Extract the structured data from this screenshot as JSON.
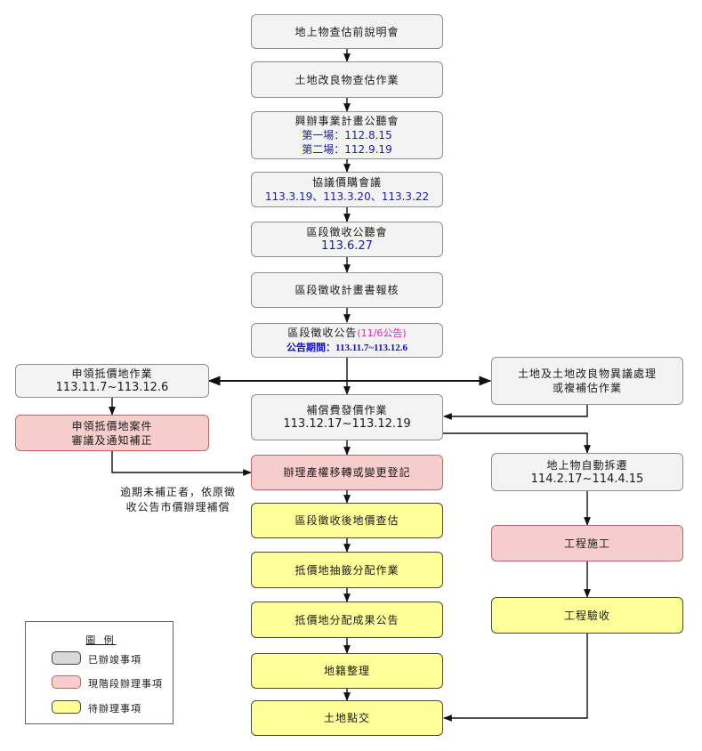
{
  "flow": {
    "main": [
      {
        "title": "地上物查估前說明會",
        "status": "done"
      },
      {
        "title": "土地改良物查估作業",
        "status": "done"
      },
      {
        "title": "興辦事業計畫公聽會",
        "status": "done",
        "lines": [
          "第一場：112.8.15",
          "第二場：112.9.19"
        ]
      },
      {
        "title": "協議價購會議",
        "status": "done",
        "lines": [
          "113.3.19、113.3.20、113.3.22"
        ]
      },
      {
        "title": "區段徵收公聽會",
        "status": "done",
        "lines": [
          "113.6.27"
        ]
      },
      {
        "title": "區段徵收計畫書報核",
        "status": "done"
      },
      {
        "title": "區段徵收公告",
        "status": "done",
        "tag": "(11/6公告)",
        "period_label": "公告期間：",
        "period_value": "113.11.7~113.12.6"
      },
      {
        "title": "補償費發價作業",
        "status": "done",
        "date": "113.12.17~113.12.19"
      },
      {
        "title": "辦理產權移轉或變更登記",
        "status": "current"
      },
      {
        "title": "區段徵收後地價查估",
        "status": "todo"
      },
      {
        "title": "抵價地抽籤分配作業",
        "status": "todo"
      },
      {
        "title": "抵價地分配成果公告",
        "status": "todo"
      },
      {
        "title": "地籍整理",
        "status": "todo"
      },
      {
        "title": "土地點交",
        "status": "todo"
      }
    ],
    "left": [
      {
        "title": "申領抵價地作業",
        "status": "done",
        "date": "113.11.7~113.12.6"
      },
      {
        "title": "申領抵價地案件",
        "title2": "審議及通知補正",
        "status": "current"
      }
    ],
    "right": [
      {
        "title": "土地及土地改良物異議處理",
        "title2": "或複補估作業",
        "status": "done"
      },
      {
        "title": "地上物自動拆遷",
        "status": "done",
        "date": "114.2.17~114.4.15"
      },
      {
        "title": "工程施工",
        "status": "current"
      },
      {
        "title": "工程驗收",
        "status": "todo"
      }
    ],
    "note": [
      "逾期未補正者，依原徵",
      "收公告市價辦理補償"
    ]
  },
  "legend": {
    "title": "圖 例",
    "items": [
      {
        "label": "已辦竣事項",
        "status": "done"
      },
      {
        "label": "現階段辦理事項",
        "status": "current"
      },
      {
        "label": "待辦理事項",
        "status": "todo"
      }
    ]
  },
  "colors": {
    "done": "#f3f3f3",
    "current": "#f8cecc",
    "todo": "#ffff99",
    "date_blue": "#1c1ca8",
    "tag_magenta": "#e020c8"
  }
}
